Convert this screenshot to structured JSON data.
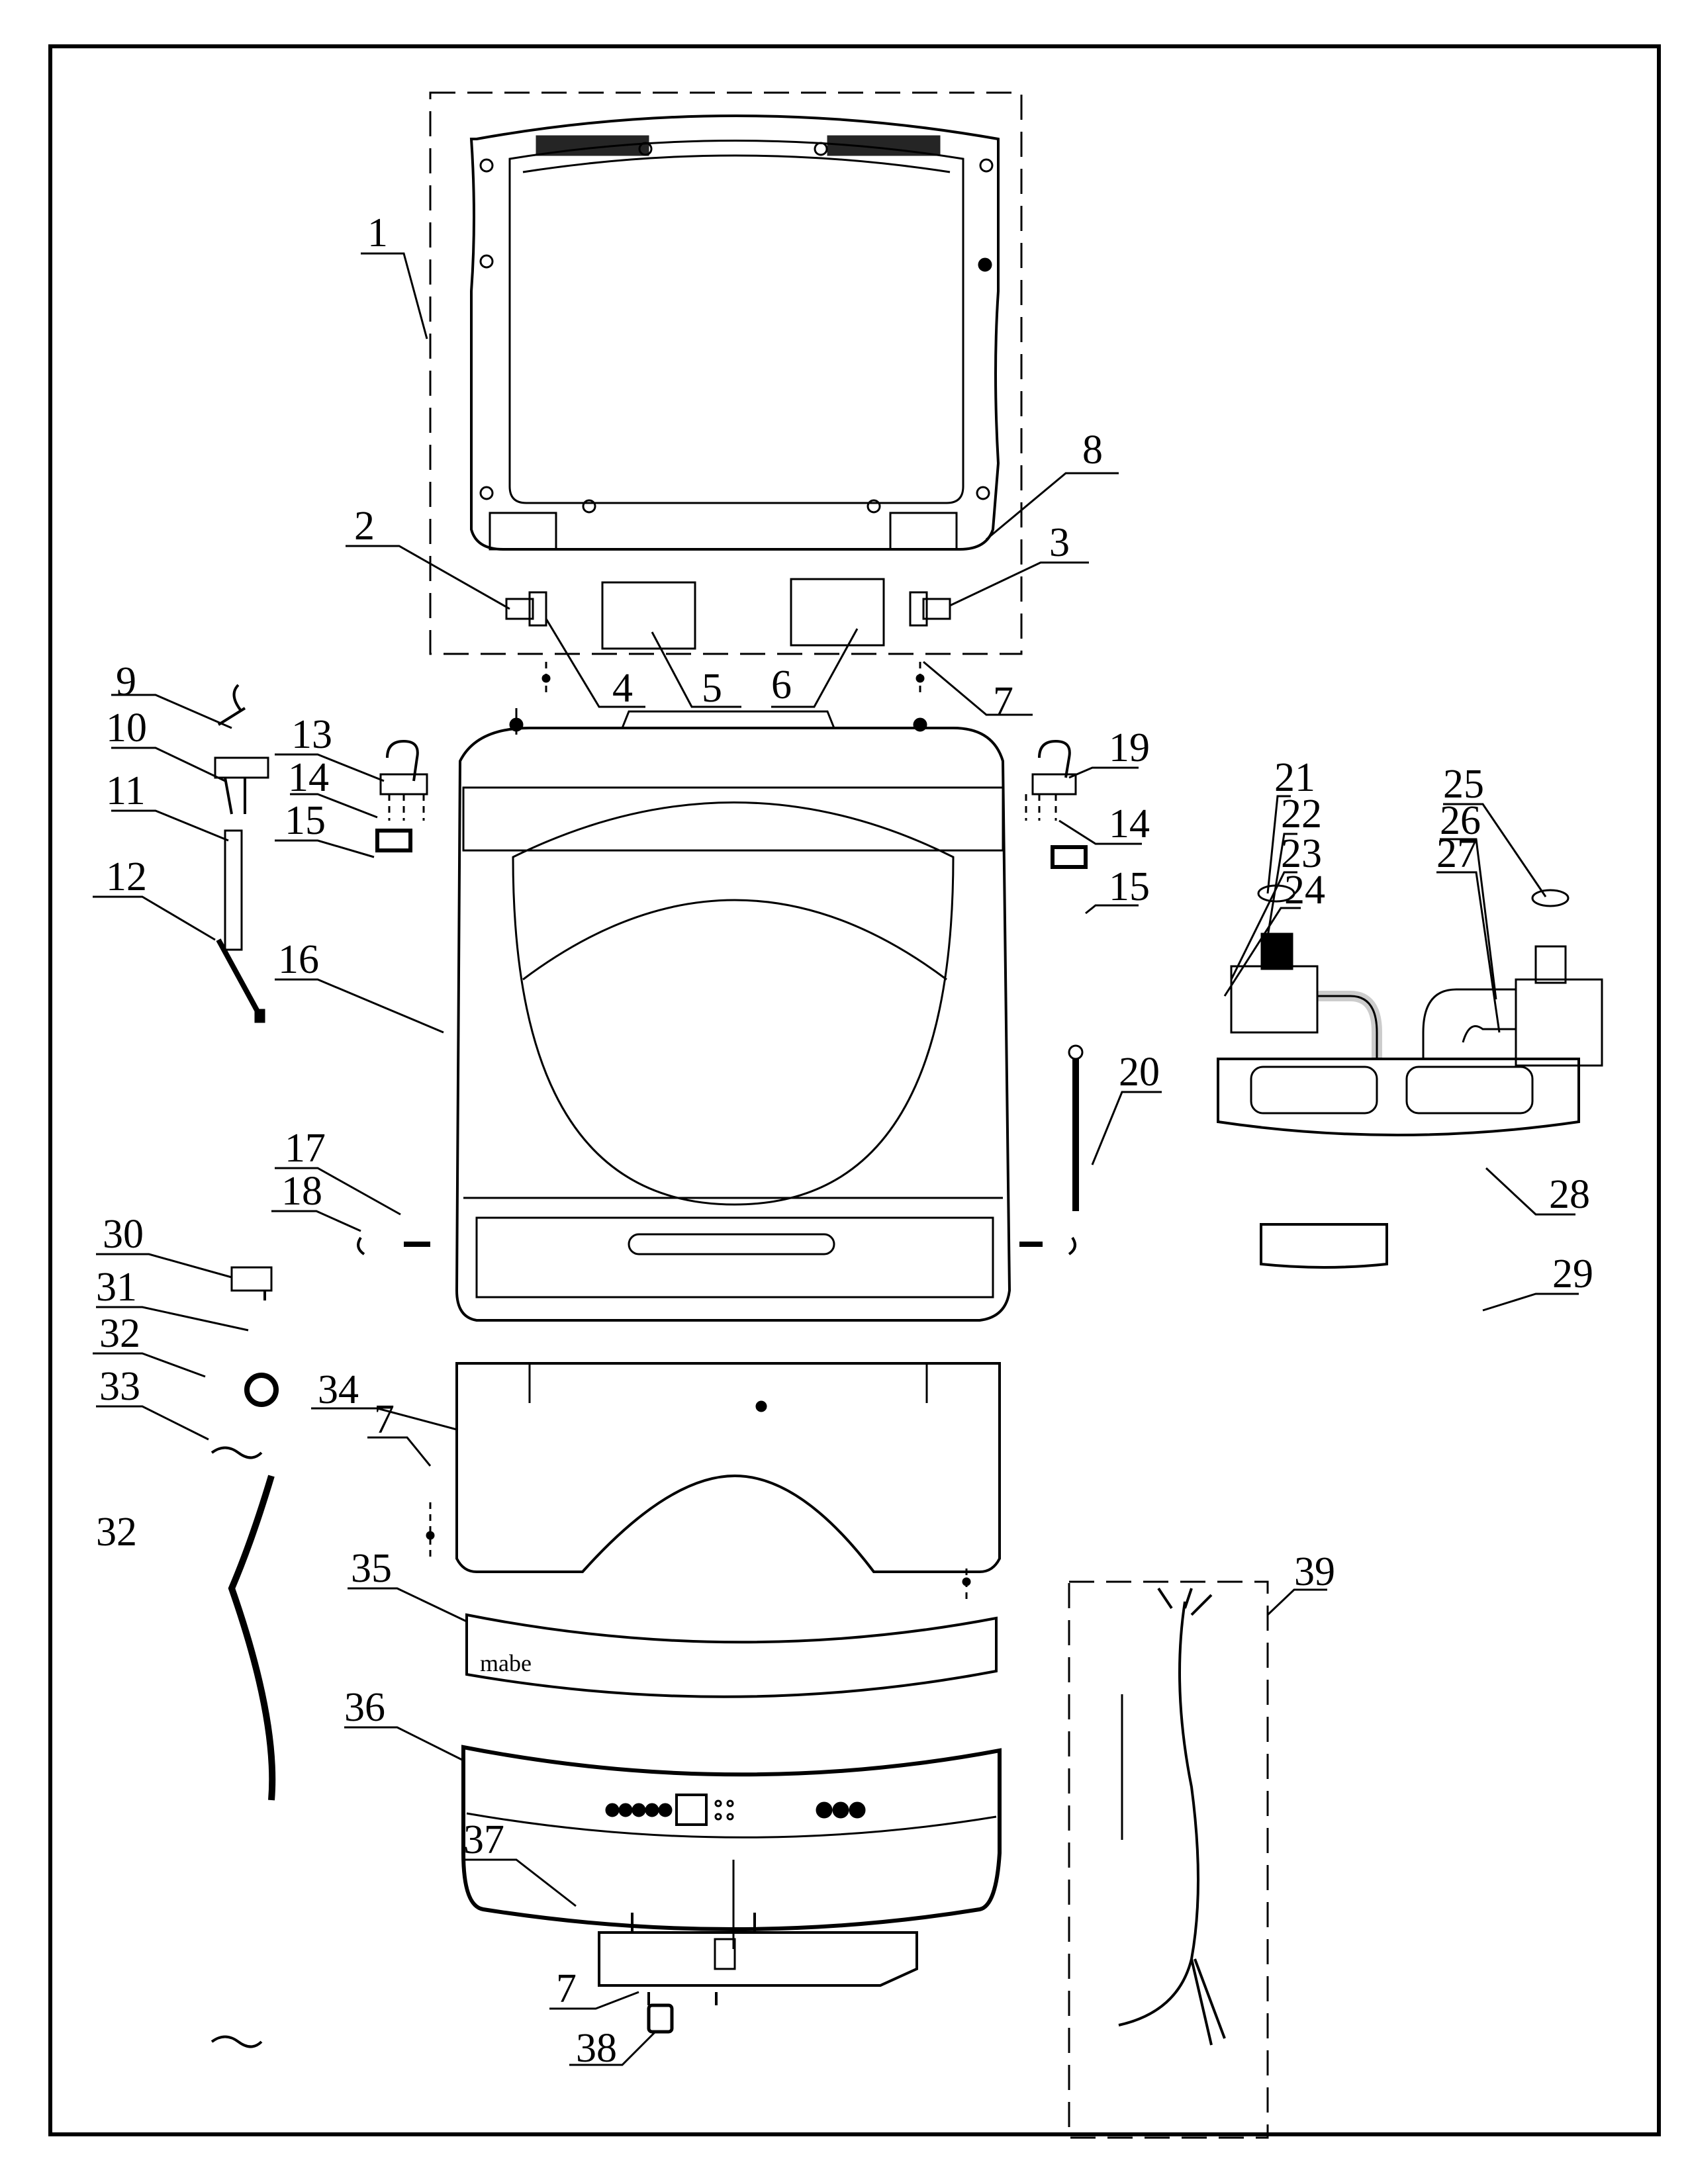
{
  "diagram": {
    "type": "exploded-parts-diagram",
    "subject": "washing machine top cover / control panel assembly",
    "brand_text": "mabe",
    "callouts": [
      {
        "id": "1",
        "label": "1"
      },
      {
        "id": "2",
        "label": "2"
      },
      {
        "id": "3",
        "label": "3"
      },
      {
        "id": "4",
        "label": "4"
      },
      {
        "id": "5",
        "label": "5"
      },
      {
        "id": "6",
        "label": "6"
      },
      {
        "id": "7a",
        "label": "7"
      },
      {
        "id": "8",
        "label": "8"
      },
      {
        "id": "9",
        "label": "9"
      },
      {
        "id": "10",
        "label": "10"
      },
      {
        "id": "11",
        "label": "11"
      },
      {
        "id": "12",
        "label": "12"
      },
      {
        "id": "13",
        "label": "13"
      },
      {
        "id": "14a",
        "label": "14"
      },
      {
        "id": "15a",
        "label": "15"
      },
      {
        "id": "16",
        "label": "16"
      },
      {
        "id": "17",
        "label": "17"
      },
      {
        "id": "18",
        "label": "18"
      },
      {
        "id": "19",
        "label": "19"
      },
      {
        "id": "14b",
        "label": "14"
      },
      {
        "id": "15b",
        "label": "15"
      },
      {
        "id": "20",
        "label": "20"
      },
      {
        "id": "21",
        "label": "21"
      },
      {
        "id": "22",
        "label": "22"
      },
      {
        "id": "23",
        "label": "23"
      },
      {
        "id": "24",
        "label": "24"
      },
      {
        "id": "25",
        "label": "25"
      },
      {
        "id": "26",
        "label": "26"
      },
      {
        "id": "27",
        "label": "27"
      },
      {
        "id": "28",
        "label": "28"
      },
      {
        "id": "29",
        "label": "29"
      },
      {
        "id": "30",
        "label": "30"
      },
      {
        "id": "31",
        "label": "31"
      },
      {
        "id": "32a",
        "label": "32"
      },
      {
        "id": "33",
        "label": "33"
      },
      {
        "id": "32b",
        "label": "32"
      },
      {
        "id": "34",
        "label": "34"
      },
      {
        "id": "7b",
        "label": "7"
      },
      {
        "id": "35",
        "label": "35"
      },
      {
        "id": "36",
        "label": "36"
      },
      {
        "id": "37",
        "label": "37"
      },
      {
        "id": "7c",
        "label": "7"
      },
      {
        "id": "38",
        "label": "38"
      },
      {
        "id": "39",
        "label": "39"
      }
    ]
  }
}
